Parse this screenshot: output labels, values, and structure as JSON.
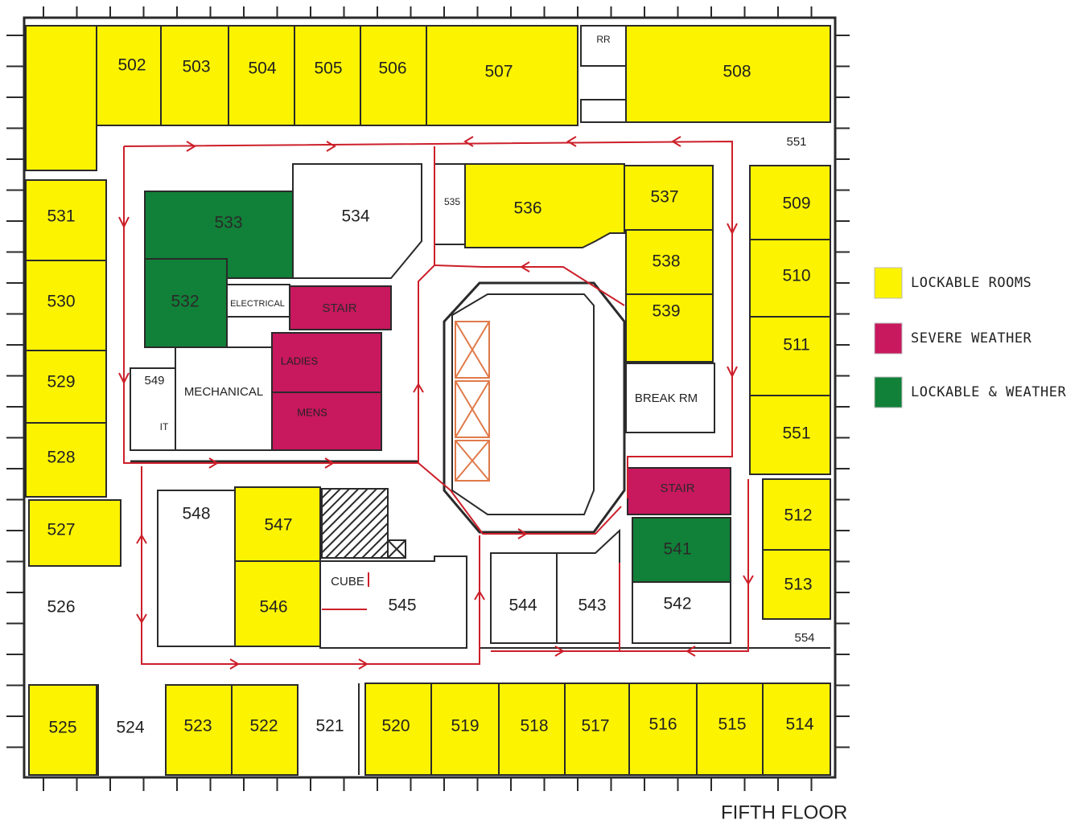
{
  "floor": {
    "title": "FIFTH FLOOR",
    "colors": {
      "lockable": "#fcf300",
      "severe_weather": "#c8185e",
      "lockable_weather": "#118038",
      "route": "#cc1f2a",
      "wall": "#2a2a2a",
      "elevator": "#e07a4a"
    }
  },
  "legend": [
    {
      "label": "LOCKABLE ROOMS",
      "color": "#fcf300"
    },
    {
      "label": "SEVERE WEATHER",
      "color": "#c8185e"
    },
    {
      "label": "LOCKABLE & WEATHER",
      "color": "#118038"
    }
  ],
  "rooms": {
    "r502": "502",
    "r503": "503",
    "r504": "504",
    "r505": "505",
    "r506": "506",
    "r507": "507",
    "r508": "508",
    "rr": "RR",
    "r551_corridor": "551",
    "r509": "509",
    "r510": "510",
    "r511": "511",
    "r551": "551",
    "r512": "512",
    "r513": "513",
    "r554": "554",
    "r514": "514",
    "r515": "515",
    "r516": "516",
    "r517": "517",
    "r518": "518",
    "r519": "519",
    "r520": "520",
    "r521": "521",
    "r522": "522",
    "r523": "523",
    "r524": "524",
    "r525": "525",
    "r526": "526",
    "r527": "527",
    "r528": "528",
    "r529": "529",
    "r530": "530",
    "r531": "531",
    "r533": "533",
    "r534": "534",
    "r535": "535",
    "r536": "536",
    "r537": "537",
    "r538": "538",
    "r539": "539",
    "r532": "532",
    "electrical": "ELECTRICAL",
    "stair_north": "STAIR",
    "ladies": "LADIES",
    "mens": "MENS",
    "mechanical": "MECHANICAL",
    "r549": "549",
    "it": "IT",
    "break_rm": "BREAK RM",
    "stair_south": "STAIR",
    "r541": "541",
    "r542": "542",
    "r543": "543",
    "r544": "544",
    "r545": "545",
    "cube": "CUBE",
    "r546": "546",
    "r547": "547",
    "r548": "548"
  }
}
